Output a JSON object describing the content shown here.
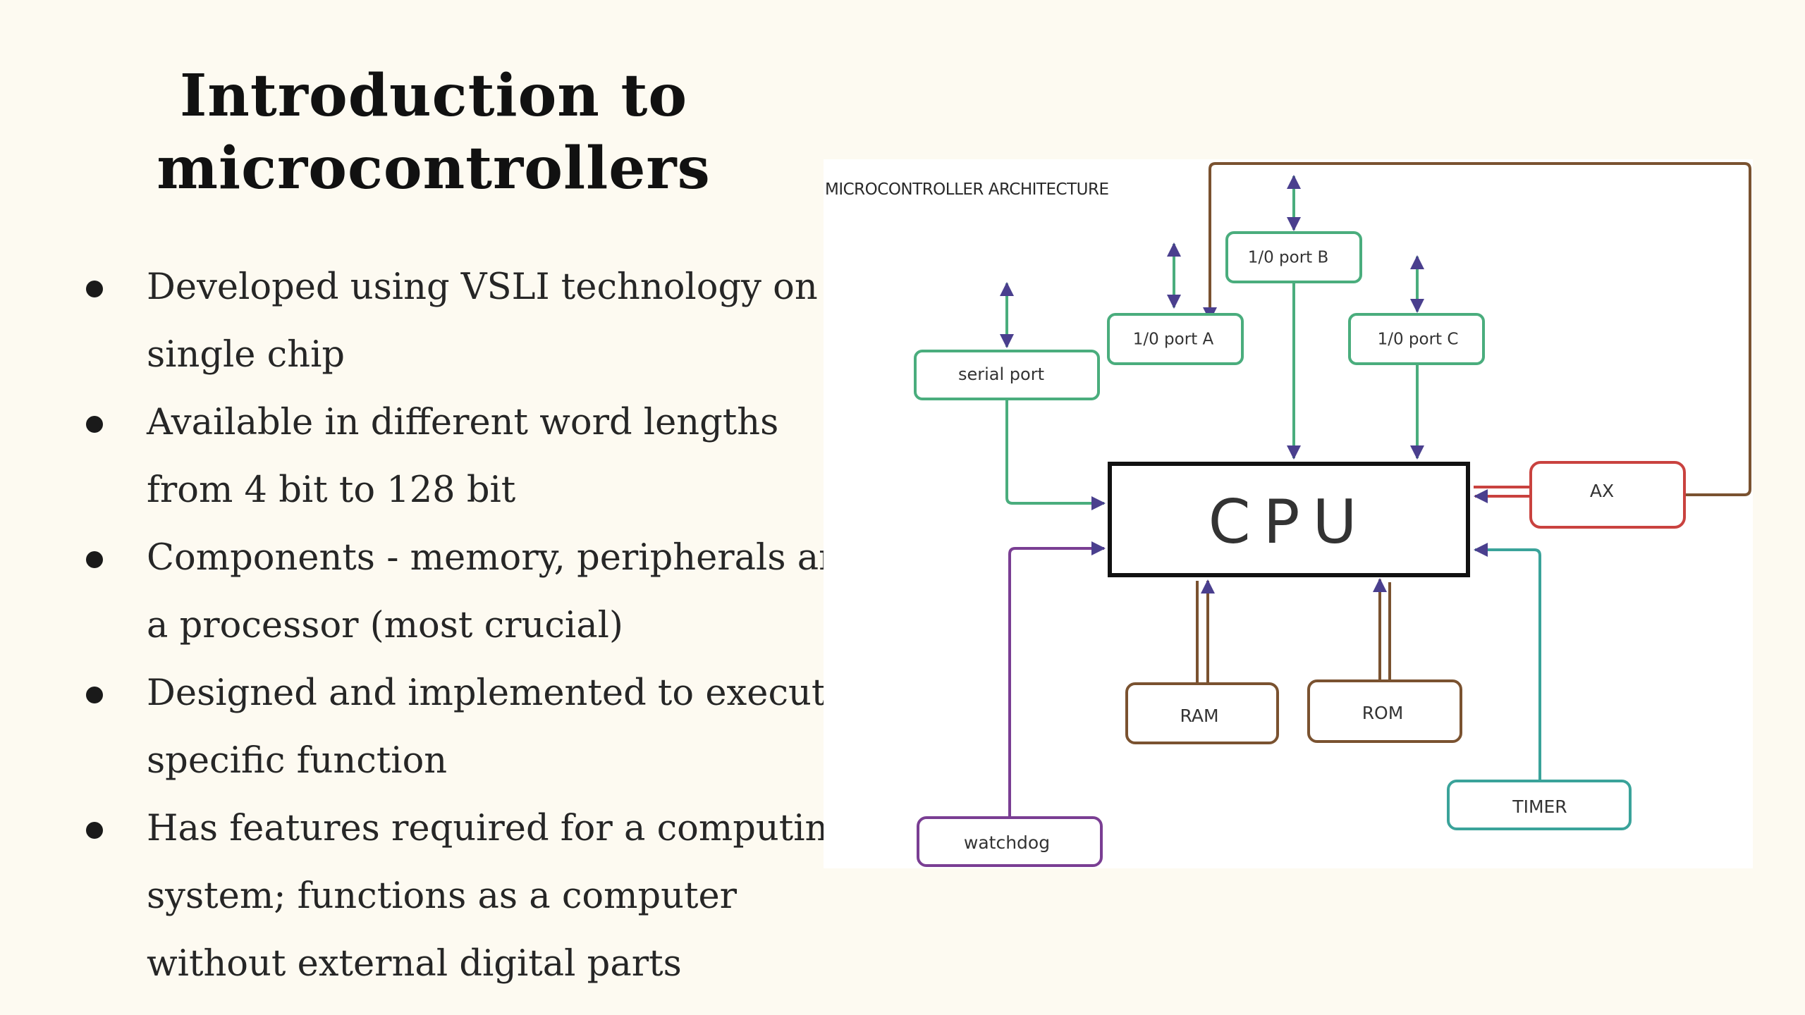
{
  "slide": {
    "title_lines": [
      "Introduction to",
      "microcontrollers"
    ],
    "bullets": [
      {
        "lines": [
          "Developed using VSLI technology on a",
          "single chip"
        ]
      },
      {
        "lines": [
          "Available in different word lengths",
          "from 4 bit to 128 bit"
        ]
      },
      {
        "lines": [
          "Components - memory, peripherals and",
          "a processor (most crucial)"
        ]
      },
      {
        "lines": [
          "Designed and implemented to execute a",
          "specific function"
        ]
      },
      {
        "lines": [
          "Has features required for a computing",
          "system; functions as a computer",
          "without external digital parts"
        ]
      }
    ]
  },
  "diagram": {
    "title": "MICROCONTROLLER ARCHITECTURE",
    "cpu_label": "CPU",
    "blocks": {
      "serial_port": "serial port",
      "port_a": "1/0 port A",
      "port_b": "1/0 port B",
      "port_c": "1/0 port C",
      "ax": "AX",
      "ram": "RAM",
      "rom": "ROM",
      "timer": "TIMER",
      "watchdog": "watchdog"
    },
    "colors": {
      "io": "#4aad7d",
      "arrowhead": "#4a3f8e",
      "memory": "#7a5230",
      "ax": "#c9423f",
      "timer": "#3aa39a",
      "watchdog": "#7a3e93",
      "cpu": "#111111"
    }
  }
}
